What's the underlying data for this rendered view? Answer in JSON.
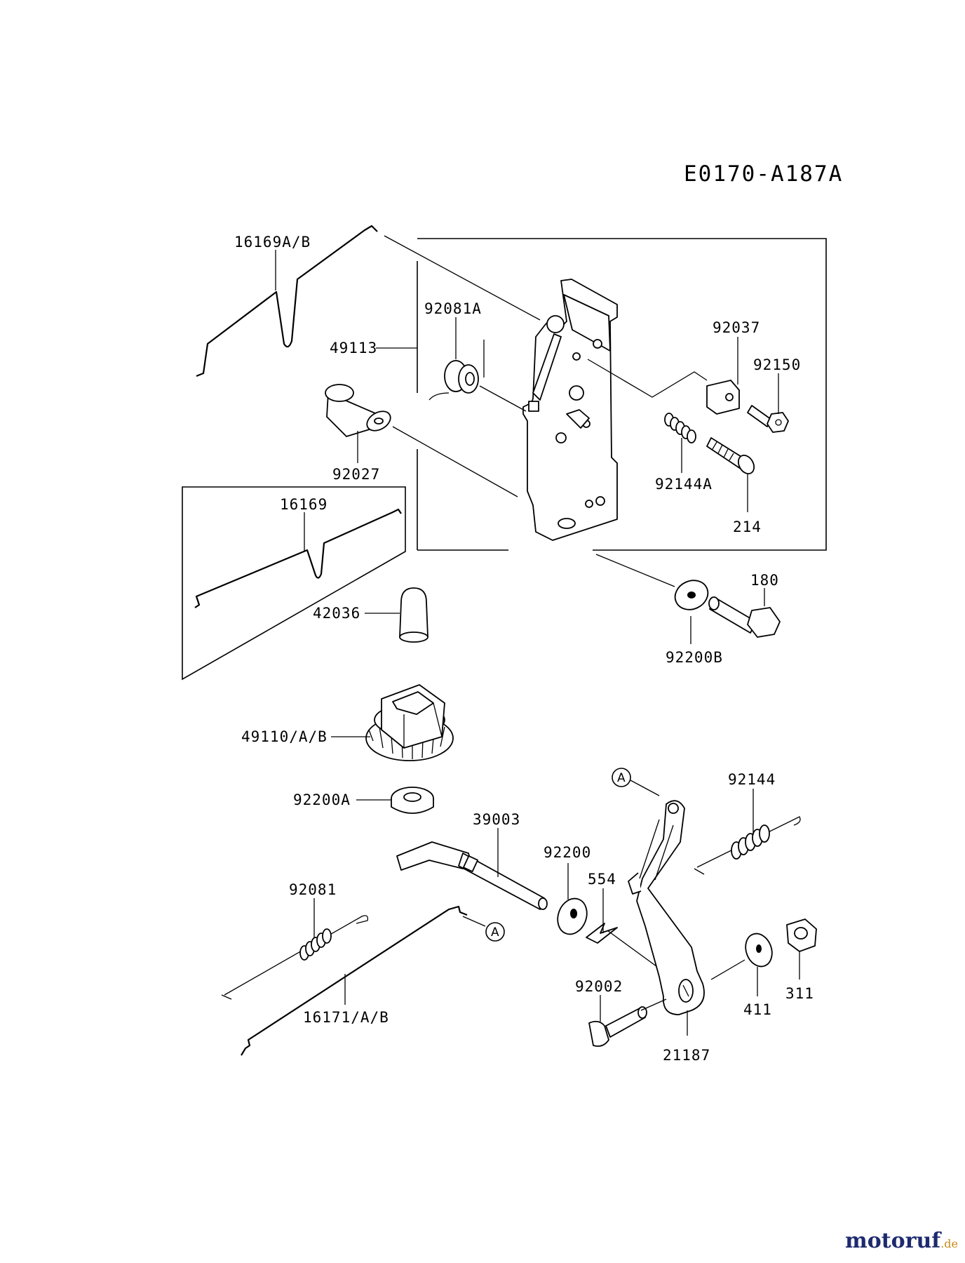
{
  "diagram_code": "E0170-A187A",
  "labels": {
    "p16169ab": "16169A/B",
    "p92081a": "92081A",
    "p49113": "49113",
    "p92037": "92037",
    "p92150": "92150",
    "p92027": "92027",
    "p92144a": "92144A",
    "p214": "214",
    "p16169": "16169",
    "p180": "180",
    "p42036": "42036",
    "p92200b": "92200B",
    "p49110ab": "49110/A/B",
    "p92200a": "92200A",
    "p39003": "39003",
    "p92144": "92144",
    "p92200": "92200",
    "p554": "554",
    "p92081": "92081",
    "p92002": "92002",
    "p16171ab": "16171/A/B",
    "p411": "411",
    "p311": "311",
    "p21187": "21187"
  },
  "ref_markers": {
    "a_top": "A",
    "a_bottom": "A"
  },
  "watermark": {
    "main": "motoruf",
    "suffix": ".de"
  }
}
